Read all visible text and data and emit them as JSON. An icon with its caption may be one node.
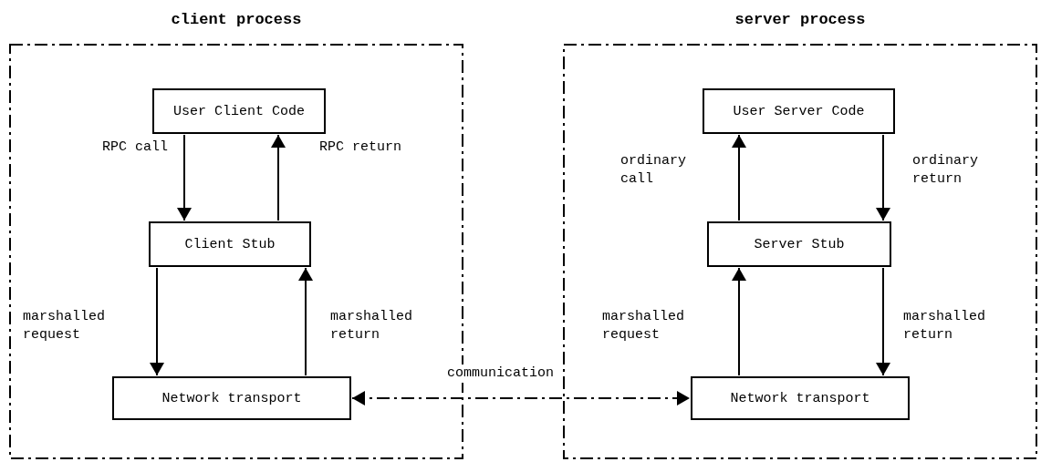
{
  "diagram": {
    "nodes": [
      {
        "text": [
          "client process"
        ]
      },
      {
        "text": [
          "User Client Code"
        ],
        "in": 0
      },
      {
        "text": [
          "Client Stub"
        ],
        "in": 0
      },
      {
        "text": [
          "Network transport"
        ],
        "in": 0
      },
      {
        "text": [
          "server process"
        ]
      },
      {
        "text": [
          "User Server Code"
        ],
        "in": 4
      },
      {
        "text": [
          "Server Stub"
        ],
        "in": 4
      },
      {
        "text": [
          "Network transport"
        ],
        "in": 4
      }
    ],
    "edges": [
      {
        "from": 1,
        "to": 2,
        "arrow": "to",
        "label": "RPC call"
      },
      {
        "from": 2,
        "to": 1,
        "arrow": "to",
        "label": "RPC return"
      },
      {
        "from": 2,
        "to": 3,
        "arrow": "to",
        "label": "marshalled request"
      },
      {
        "from": 3,
        "to": 2,
        "arrow": "to",
        "label": "marshalled return"
      },
      {
        "from": 3,
        "to": 7,
        "arrow": "both",
        "label": "communication",
        "style": "dashed"
      },
      {
        "from": 6,
        "to": 5,
        "arrow": "to",
        "label": "ordinary call"
      },
      {
        "from": 5,
        "to": 6,
        "arrow": "to",
        "label": "ordinary return"
      },
      {
        "from": 7,
        "to": 6,
        "arrow": "to",
        "label": "marshalled request"
      },
      {
        "from": 6,
        "to": 7,
        "arrow": "to",
        "label": "marshalled return"
      }
    ]
  }
}
